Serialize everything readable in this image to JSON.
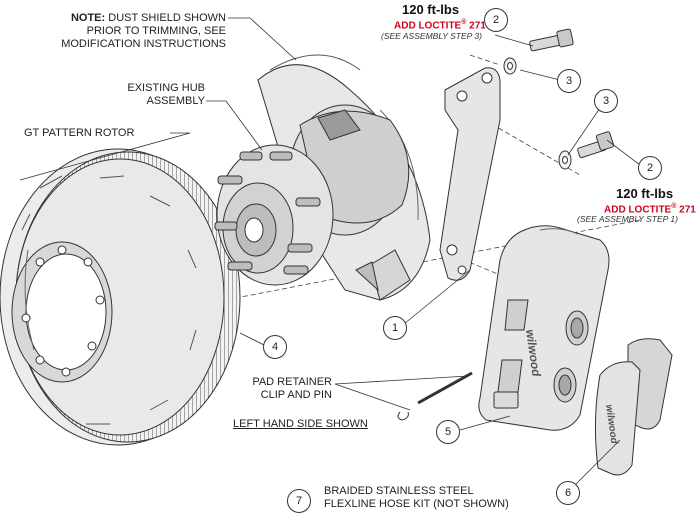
{
  "notes": {
    "dust_shield_prefix": "NOTE:",
    "dust_shield_line1": " DUST SHIELD SHOWN",
    "dust_shield_line2": "PRIOR TO TRIMMING, SEE",
    "dust_shield_line3": "MODIFICATION INSTRUCTIONS",
    "hub_line1": "EXISTING HUB",
    "hub_line2": "ASSEMBLY",
    "rotor": "GT PATTERN ROTOR",
    "pad_retainer_line1": "PAD RETAINER",
    "pad_retainer_line2": "CLIP AND PIN",
    "side_shown": "LEFT HAND SIDE SHOWN",
    "hose_line1": "BRAIDED STAINLESS STEEL",
    "hose_line2": "FLEXLINE HOSE KIT (NOT SHOWN)"
  },
  "torque_top": {
    "value": "120 ft-lbs",
    "loctite_prefix": "ADD LOCTITE",
    "loctite_mark": "®",
    "loctite_suffix": " 271",
    "step": "(SEE ASSEMBLY STEP 3)"
  },
  "torque_mid": {
    "value": "120 ft-lbs",
    "loctite_prefix": "ADD LOCTITE",
    "loctite_mark": "®",
    "loctite_suffix": " 271",
    "step": "(SEE ASSEMBLY STEP 1)"
  },
  "callouts": [
    "2",
    "3",
    "3",
    "2",
    "1",
    "4",
    "5",
    "6",
    "7"
  ],
  "brand": "wilwood",
  "colors": {
    "accent": "#d0021b",
    "ink": "#333333",
    "part_fill": "#e6e6e6"
  }
}
